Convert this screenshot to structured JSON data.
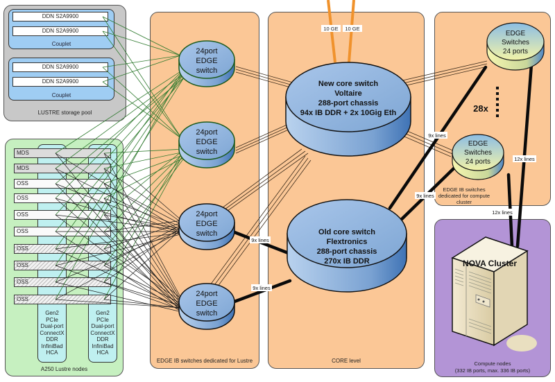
{
  "lustre_pool": {
    "caption": "LUSTRE storage pool",
    "couplets": [
      {
        "devices": [
          "DDN S2A9900",
          "DDN S2A9900"
        ],
        "label": "Couplet"
      },
      {
        "devices": [
          "DDN S2A9900",
          "DDN S2A9900"
        ],
        "label": "Couplet"
      }
    ]
  },
  "lustre_nodes": {
    "caption": "A250 Lustre nodes",
    "nodes": [
      "MDS",
      "MDS",
      "OSS",
      "OSS",
      "OSS",
      "OSS",
      "OSS",
      "OSS",
      "OSS",
      "OSS"
    ],
    "hca_lines": [
      "Gen2",
      "PCIe",
      "Dual-port",
      "ConnectX",
      "DDR",
      "InfiniBad",
      "HCA"
    ]
  },
  "edge_lustre": {
    "caption": "EDGE IB switches dedicated  for Lustre",
    "switches": [
      {
        "lines": [
          "24port",
          "EDGE",
          "switch"
        ]
      },
      {
        "lines": [
          "24port",
          "EDGE",
          "switch"
        ]
      },
      {
        "lines": [
          "24port",
          "EDGE",
          "switch"
        ]
      },
      {
        "lines": [
          "24port",
          "EDGE",
          "switch"
        ]
      }
    ]
  },
  "core": {
    "caption": "CORE level",
    "new_core": {
      "lines": [
        "New core switch",
        "Voltaire",
        "288-port chassis",
        "94x IB DDR + 2x 10Gig Eth"
      ]
    },
    "old_core": {
      "lines": [
        "Old core switch",
        "Flextronics",
        "288-port chassis",
        "270x IB DDR"
      ]
    },
    "uplinks": [
      "10 GE",
      "10 GE"
    ]
  },
  "edge_compute": {
    "caption_lines": [
      "EDGE IB switches",
      "dedicated  for compute",
      "cluster"
    ],
    "top_switch": {
      "lines": [
        "EDGE",
        "Switches",
        "24 ports"
      ]
    },
    "bottom_switch": {
      "lines": [
        "EDGE",
        "Switches",
        "24 ports"
      ]
    },
    "multiplier": "28x"
  },
  "compute": {
    "title": "NOVA Cluster",
    "caption_lines": [
      "Compute nodes",
      "(332 IB ports, max. 336 IB ports)"
    ]
  },
  "link_labels": {
    "edge3_old": "9x lines",
    "edge4_old": "9x lines",
    "new_compute": "9x lines",
    "old_compute": "9x lines",
    "top_nova": "12x lines",
    "bottom_nova": "12x lines"
  },
  "colors": {
    "panel_orange": "#fbc796",
    "panel_gray": "#c8c8c8",
    "panel_green": "#c6f0c0",
    "panel_purple": "#b394d6",
    "couplet_blue": "#9fcdf3",
    "switch_blue": "#8fb3dc",
    "uplink_orange": "#f0922c",
    "link_green": "#2f7a2f"
  }
}
